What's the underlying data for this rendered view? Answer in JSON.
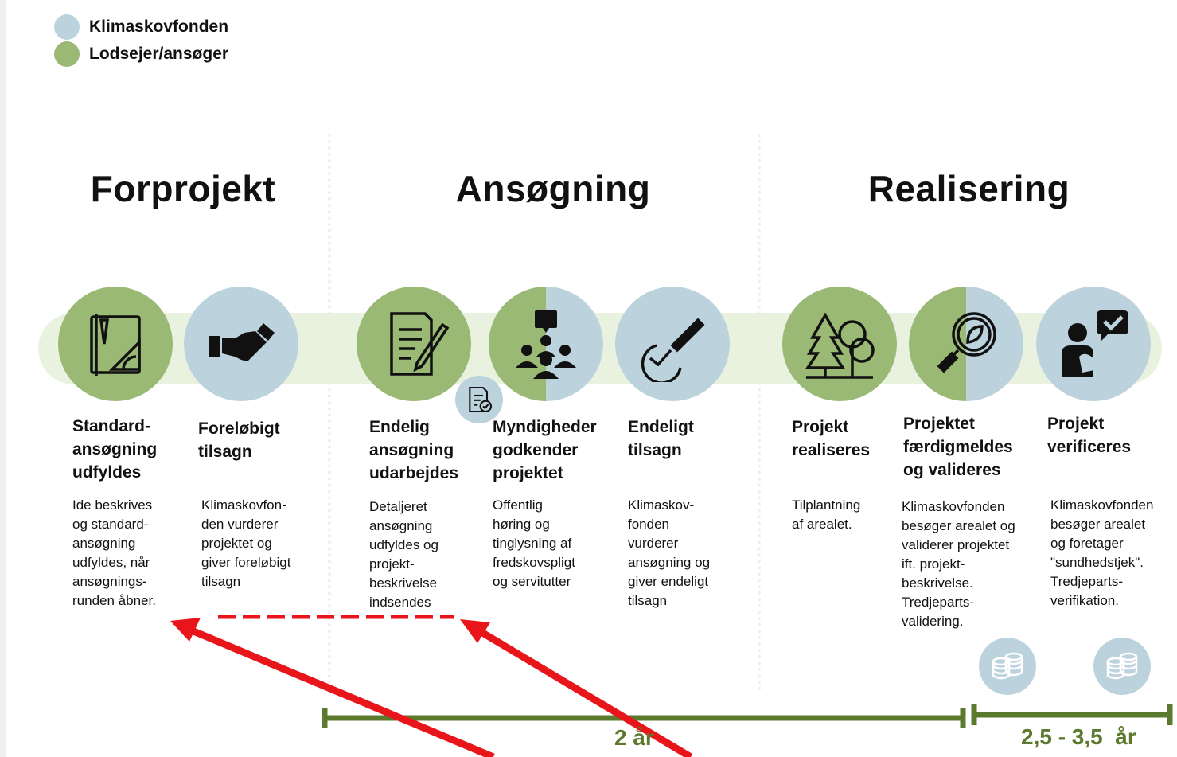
{
  "legend": [
    {
      "label": "Klimaskovfonden",
      "color": "#bcd3dd"
    },
    {
      "label": "Lodsejer/ansøger",
      "color": "#9ab974"
    }
  ],
  "phases": [
    "Forprojekt",
    "Ansøgning",
    "Realisering"
  ],
  "steps": [
    {
      "title": "Standard-\nansøgning\nudfyldes",
      "desc": "Ide beskrives\nog standard-\nansøgning\nudfyldes, når\nansøgnings-\nrunden åbner.",
      "icon": "document-ruler-icon"
    },
    {
      "title": "Foreløbigt\ntilsagn",
      "desc": "Klimaskovfon-\nden vurderer\nprojektet og\ngiver foreløbigt\ntilsagn",
      "icon": "handshake-icon"
    },
    {
      "title": "Endelig\nansøgning\nudarbejdes",
      "desc": "Detaljeret\nansøgning\nudfyldes og\nprojekt-\nbeskrivelse\nindsendes",
      "icon": "document-pen-icon"
    },
    {
      "title": "Myndigheder\ngodkender\nprojektet",
      "desc": "Offentlig\nhøring og\ntinglysning af\nfredskovspligt\nog servitutter",
      "icon": "people-approval-icon"
    },
    {
      "title": "Endeligt\ntilsagn",
      "desc": "Klimaskov-\nfonden\nvurderer\nansøgning og\ngiver endeligt\ntilsagn",
      "icon": "stamp-icon"
    },
    {
      "title": "Projekt\nrealiseres",
      "desc": "Tilplantning\naf arealet.",
      "icon": "trees-icon"
    },
    {
      "title": "Projektet\nfærdigmeldes\nog valideres",
      "desc": "Klimaskovfonden\nbesøger arealet og\nvaliderer projektet\nift. projekt-\nbeskrivelse.\nTredjeparts-\nvalidering.",
      "icon": "magnifier-leaf-icon"
    },
    {
      "title": "Projekt\nverificeres",
      "desc": "Klimaskovfonden\nbesøger arealet\nog foretager\n\"sundhedstjek\".\nTredjeparts-\nverifikation.",
      "icon": "person-check-icon"
    }
  ],
  "timeline": [
    {
      "label": "2 år"
    },
    {
      "label": "2,5 - 3,5  år"
    }
  ],
  "colors": {
    "green": "#9ab974",
    "blue": "#bcd3dd",
    "band": "#e9f2de",
    "timeline": "#5b7a2d",
    "annotation": "#e8161b"
  }
}
